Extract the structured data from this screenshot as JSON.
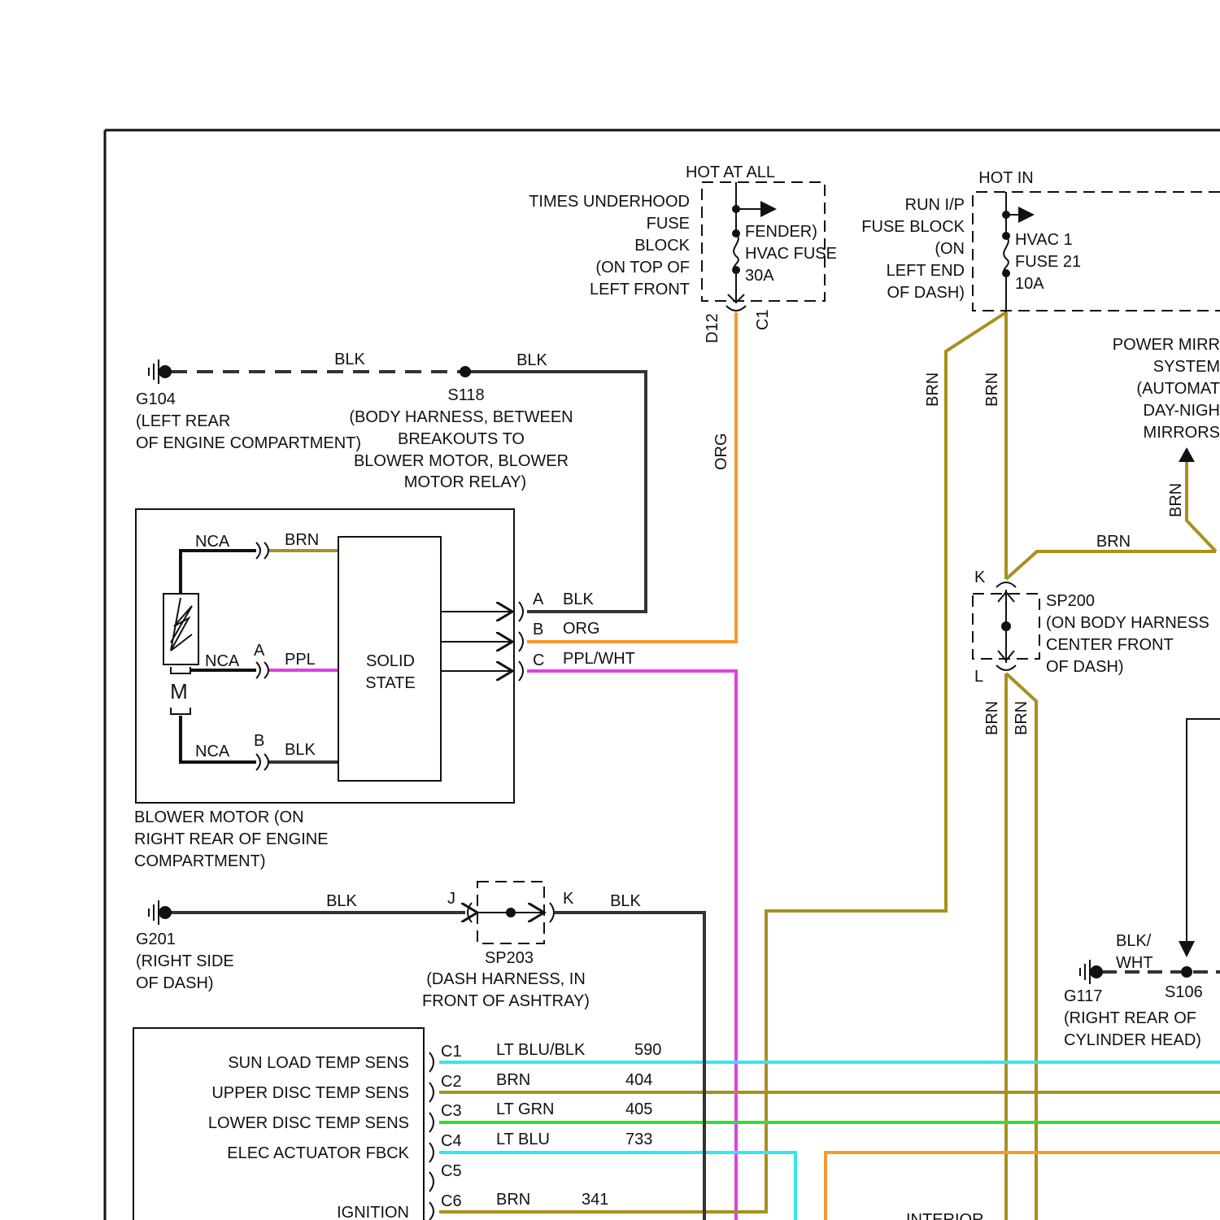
{
  "colors": {
    "blk": "#333333",
    "org": "#f39a2e",
    "brn": "#a8901e",
    "ppl": "#e040e0",
    "lt_blu": "#33e6f0",
    "lt_grn": "#33dd33",
    "frame": "#111111"
  },
  "underhood_fuse": {
    "hot": "HOT AT ALL",
    "desc": [
      "TIMES UNDERHOOD",
      "FUSE",
      "BLOCK",
      "(ON TOP OF",
      "LEFT FRONT"
    ],
    "inner": [
      "FENDER)",
      "HVAC FUSE",
      "30A"
    ],
    "pin_d": "D12",
    "pin_c": "C1"
  },
  "ip_fuse": {
    "hot": "HOT IN",
    "desc": [
      "RUN I/P",
      "FUSE BLOCK",
      "(ON",
      "LEFT END",
      "OF DASH)"
    ],
    "inner": [
      "HVAC 1",
      "FUSE 21",
      "10A"
    ]
  },
  "ground_g104": {
    "id": "G104",
    "desc": [
      "(LEFT REAR",
      "OF ENGINE COMPARTMENT)"
    ]
  },
  "splice_s118": {
    "id": "S118",
    "desc": [
      "(BODY HARNESS, BETWEEN",
      "BREAKOUTS TO",
      "BLOWER MOTOR, BLOWER",
      "MOTOR RELAY)"
    ]
  },
  "blower": {
    "solid_state": [
      "SOLID",
      "STATE"
    ],
    "motor": "M",
    "desc": [
      "BLOWER MOTOR (ON",
      "RIGHT REAR OF ENGINE",
      "COMPARTMENT)"
    ],
    "nca": "NCA",
    "pin_a": "A",
    "pin_b": "B",
    "pin_a_wire": "PPL",
    "pin_b_wire": "BLK",
    "top_wire": "BRN",
    "connectors": [
      {
        "pin": "A",
        "wire": "BLK"
      },
      {
        "pin": "B",
        "wire": "ORG"
      },
      {
        "pin": "C",
        "wire": "PPL/WHT"
      }
    ]
  },
  "ground_g201": {
    "id": "G201",
    "desc": [
      "(RIGHT SIDE",
      "OF DASH)"
    ]
  },
  "splice_sp203": {
    "id": "SP203",
    "pin_j": "J",
    "pin_k": "K",
    "desc": [
      "(DASH HARNESS, IN",
      "FRONT OF ASHTRAY)"
    ]
  },
  "splice_sp200": {
    "id": "SP200",
    "pin_k": "K",
    "pin_l": "L",
    "desc": [
      "(ON BODY HARNESS",
      "CENTER FRONT",
      "OF DASH)"
    ]
  },
  "power_mirror": [
    "POWER MIRR",
    "SYSTEM",
    "(AUTOMAT",
    "DAY-NIGH",
    "MIRRORS"
  ],
  "ground_g117": {
    "id": "G117",
    "desc": [
      "(RIGHT REAR OF",
      "CYLINDER HEAD)"
    ]
  },
  "splice_s106": {
    "id": "S106",
    "wire": [
      "BLK/",
      "WHT"
    ]
  },
  "wire_labels": {
    "blk": "BLK",
    "org": "ORG",
    "brn": "BRN"
  },
  "module": {
    "rows": [
      {
        "label": "SUN LOAD TEMP SENS",
        "pin": "C1",
        "wire": "LT BLU/BLK",
        "circuit": "590"
      },
      {
        "label": "UPPER DISC TEMP SENS",
        "pin": "C2",
        "wire": "BRN",
        "circuit": "404"
      },
      {
        "label": "LOWER DISC TEMP SENS",
        "pin": "C3",
        "wire": "LT GRN",
        "circuit": "405"
      },
      {
        "label": "ELEC ACTUATOR FBCK",
        "pin": "C4",
        "wire": "LT BLU",
        "circuit": "733"
      },
      {
        "label": "",
        "pin": "C5",
        "wire": "",
        "circuit": ""
      },
      {
        "label": "IGNITION",
        "pin": "C6",
        "wire": "BRN",
        "circuit": "341"
      }
    ]
  },
  "interior_partial": "INTERIOR"
}
